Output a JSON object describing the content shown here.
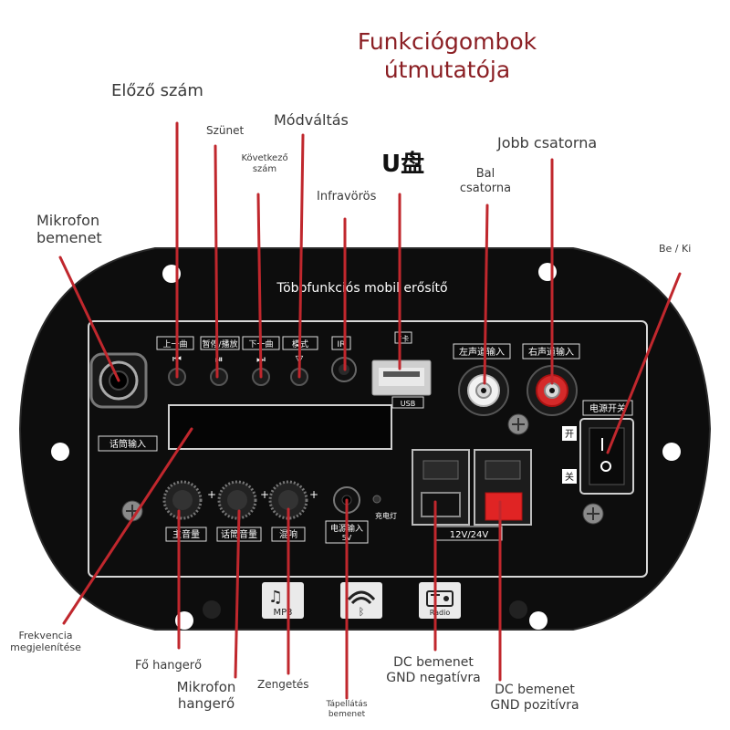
{
  "title": [
    "Funkciógombok",
    "útmutatója"
  ],
  "board_title": "Többfunkciós mobil erősítő",
  "labels": {
    "prev_track": "Előző szám",
    "pause": "Szünet",
    "next_track": [
      "Következő",
      "szám"
    ],
    "mode_switch": "Módváltás",
    "usb_disk": "U盘",
    "infrared": "Infravörös",
    "left_channel": [
      "Bal",
      "csatorna"
    ],
    "right_channel": "Jobb csatorna",
    "mic_input": [
      "Mikrofon",
      "bemenet"
    ],
    "power_switch": "Be / Ki",
    "freq_display": [
      "Frekvencia",
      "megjelenítése"
    ],
    "main_volume": "Fő hangerő",
    "mic_volume": [
      "Mikrofon",
      "hangerő"
    ],
    "reverb": "Zengetés",
    "power_input": [
      "Tápellátás",
      "bemenet"
    ],
    "dc_gnd_negative": [
      "DC bemenet",
      "GND negatívra"
    ],
    "dc_gnd_positive": [
      "DC bemenet",
      "GND pozitívra"
    ]
  },
  "silkscreen": {
    "btn_prev": "上一曲",
    "btn_pause": "暂停/播放",
    "btn_next": "下一曲",
    "btn_mode": "模式",
    "ir": "IR",
    "usb_fk": "F卡",
    "usb": "USB",
    "left_in": "左声道输入",
    "right_in": "右声道输入",
    "power_switch": "电源开关",
    "switch_on": "开",
    "switch_off": "关",
    "mic_in": "话筒输入",
    "knob_main": "主音量",
    "knob_mic": "话筒音量",
    "knob_reverb": "混响",
    "dc_in": [
      "电源输入",
      "5V"
    ],
    "charge_led": "充电灯",
    "voltage": "12V/24V",
    "mp3": "MP3",
    "radio": "Radio"
  },
  "colors": {
    "title": "#8b1f24",
    "leader": "#c0272d",
    "board": "#111111",
    "panel_border": "#d8d8d8"
  },
  "icons": [
    "play-prev-icon",
    "play-pause-icon",
    "play-next-icon",
    "mode-icon",
    "mp3-icon",
    "bluetooth-icon",
    "radio-icon"
  ]
}
